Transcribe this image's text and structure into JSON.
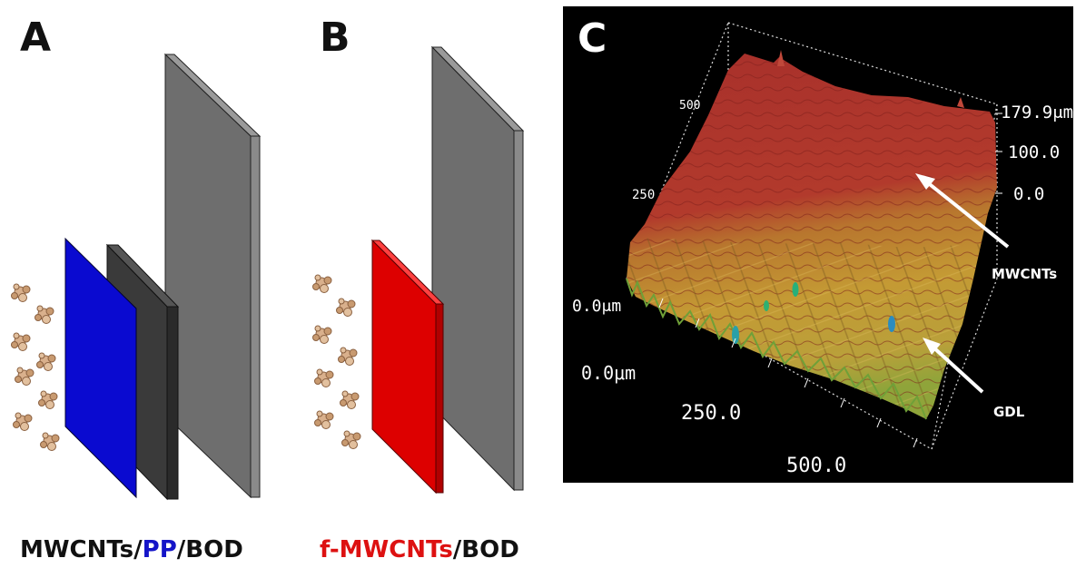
{
  "panels": {
    "a": {
      "letter": "A"
    },
    "b": {
      "letter": "B"
    },
    "c": {
      "letter": "C"
    }
  },
  "captions": {
    "a": {
      "part1": "MWCNTs/",
      "part2": "PP",
      "part3": "/BOD"
    },
    "b": {
      "part1": "f-MWCNTs",
      "part2": "/BOD"
    }
  },
  "microscopy": {
    "z_ticks": [
      "179.9μm",
      "100.0",
      "0.0"
    ],
    "y_ticks": [
      "500",
      "250",
      "0.0μm"
    ],
    "x_ticks": [
      "0.0μm",
      "250.0",
      "500.0"
    ],
    "labels": {
      "top": "MWCNTs",
      "bottom": "GDL"
    }
  },
  "colors": {
    "pp_layer": "#0a0ad0",
    "f_mwcnt_layer": "#dd0000",
    "mwcnt_layer": "#3a3a3a",
    "gdl_plate": "#6e6e6e",
    "enzyme": "#c89a70",
    "surface_top": "#b0302a",
    "surface_bottom": "#c8a030"
  },
  "icons": {
    "enzyme": "bod-enzyme-icon"
  }
}
